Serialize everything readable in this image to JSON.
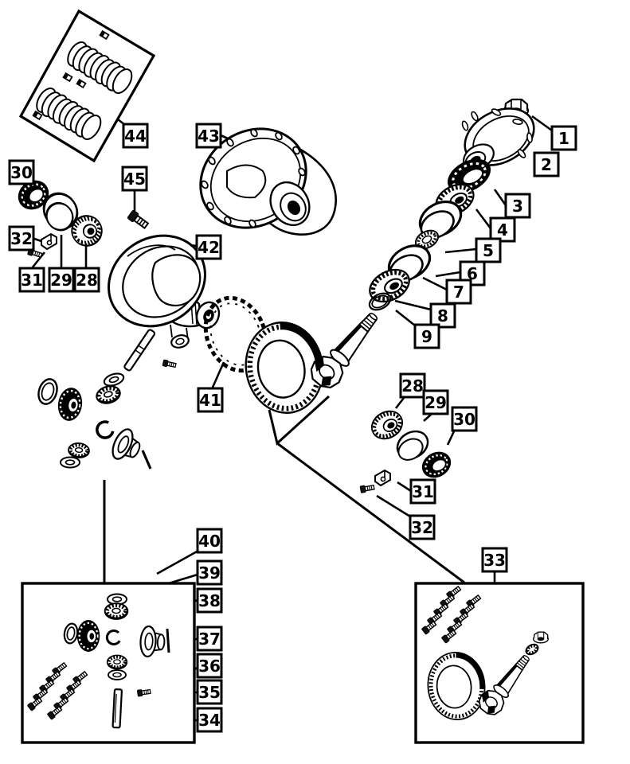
{
  "diagram": {
    "kind": "exploded-parts-diagram",
    "background_color": "#ffffff",
    "line_color": "#000000",
    "callouts": [
      {
        "label": "1"
      },
      {
        "label": "2"
      },
      {
        "label": "3"
      },
      {
        "label": "4"
      },
      {
        "label": "5"
      },
      {
        "label": "6"
      },
      {
        "label": "7"
      },
      {
        "label": "8"
      },
      {
        "label": "9"
      },
      {
        "label": "44"
      },
      {
        "label": "45"
      },
      {
        "label": "43"
      },
      {
        "label": "30"
      },
      {
        "label": "32"
      },
      {
        "label": "31"
      },
      {
        "label": "29"
      },
      {
        "label": "28"
      },
      {
        "label": "42"
      },
      {
        "label": "41"
      },
      {
        "label": "28"
      },
      {
        "label": "29"
      },
      {
        "label": "30"
      },
      {
        "label": "31"
      },
      {
        "label": "32"
      },
      {
        "label": "33"
      },
      {
        "label": "40"
      },
      {
        "label": "39"
      },
      {
        "label": "38"
      },
      {
        "label": "37"
      },
      {
        "label": "36"
      },
      {
        "label": "35"
      },
      {
        "label": "34"
      }
    ]
  }
}
